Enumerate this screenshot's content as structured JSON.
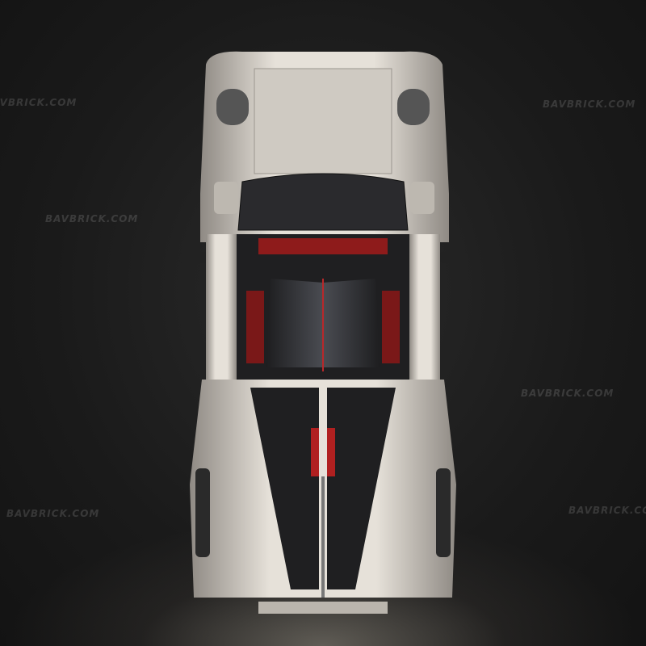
{
  "watermarks": [
    "BAVBRICK.COM",
    "BAVBRICK.COM",
    "BAVBRICK.COM",
    "BAVBRICK.COM",
    "BAVBRICK.COM",
    "BAVBRICK.COM"
  ],
  "colors": {
    "background": "#1c1c1c",
    "body": "#d9d4cc",
    "chassis": "#2b2b2d",
    "accent_red": "#8e1b1b"
  }
}
